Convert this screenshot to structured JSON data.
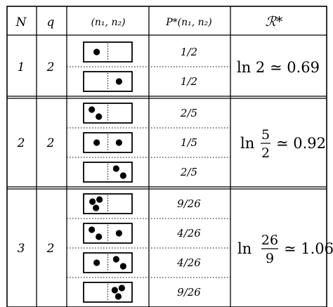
{
  "header": {
    "n": "N",
    "q": "q",
    "config": "(n₁, n₂)",
    "prob": "P*(n₁, n₂)",
    "rate": "ℛ*"
  },
  "groups": [
    {
      "N": "1",
      "q": "2",
      "rows": [
        {
          "dots": [
            1,
            0
          ],
          "prob": "1/2"
        },
        {
          "dots": [
            0,
            1
          ],
          "prob": "1/2"
        }
      ],
      "rate": {
        "prefix": "ln 2",
        "frac": null,
        "value": "≃ 0.69"
      }
    },
    {
      "N": "2",
      "q": "2",
      "rows": [
        {
          "dots": [
            2,
            0
          ],
          "prob": "2/5"
        },
        {
          "dots": [
            1,
            1
          ],
          "prob": "1/5"
        },
        {
          "dots": [
            0,
            2
          ],
          "prob": "2/5"
        }
      ],
      "rate": {
        "prefix": "ln",
        "frac": {
          "num": "5",
          "den": "2"
        },
        "value": "≃ 0.92"
      }
    },
    {
      "N": "3",
      "q": "2",
      "rows": [
        {
          "dots": [
            3,
            0
          ],
          "prob": "9/26"
        },
        {
          "dots": [
            2,
            1
          ],
          "prob": "4/26"
        },
        {
          "dots": [
            1,
            2
          ],
          "prob": "4/26"
        },
        {
          "dots": [
            0,
            3
          ],
          "prob": "9/26"
        }
      ],
      "rate": {
        "prefix": "ln",
        "frac": {
          "num": "26",
          "den": "9"
        },
        "value": "≃ 1.06"
      }
    }
  ]
}
